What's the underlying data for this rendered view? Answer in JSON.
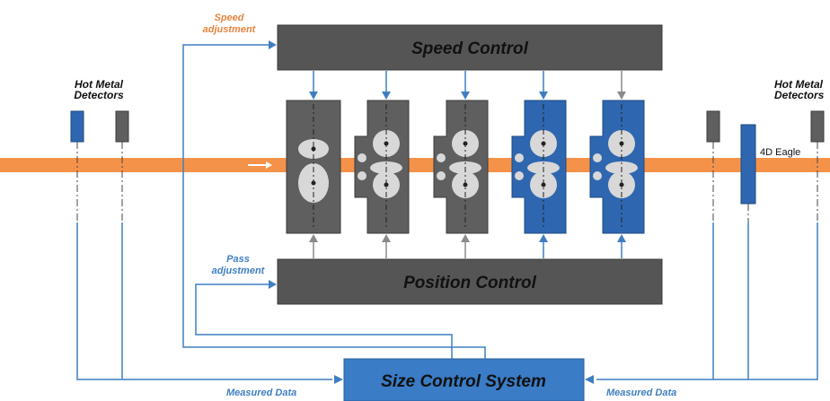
{
  "speed_control": {
    "label": "Speed Control"
  },
  "position_control": {
    "label": "Position Control"
  },
  "size_control_system": {
    "label": "Size Control System"
  },
  "speed_adjustment": {
    "label_line1": "Speed",
    "label_line2": "adjustment"
  },
  "pass_adjustment": {
    "label_line1": "Pass",
    "label_line2": "adjustment"
  },
  "hot_metal_detectors_left": {
    "label_line1": "Hot Metal",
    "label_line2": "Detectors"
  },
  "hot_metal_detectors_right": {
    "label_line1": "Hot Metal",
    "label_line2": "Detectors"
  },
  "eagle": {
    "label": "4D Eagle"
  },
  "measured_data_left": {
    "label": "Measured Data"
  },
  "measured_data_right": {
    "label": "Measured Data"
  },
  "colors": {
    "bar": "#f5924a",
    "stand_gray": "#5f5f5f",
    "stand_blue": "#2e67b0",
    "control_box": "#555555",
    "scs_box": "#3a7cc6",
    "signal": "#3f7fc1",
    "roll": "#d8d8d8"
  },
  "stands": [
    {
      "type": "gray"
    },
    {
      "type": "gray"
    },
    {
      "type": "gray"
    },
    {
      "type": "blue"
    },
    {
      "type": "blue"
    }
  ]
}
